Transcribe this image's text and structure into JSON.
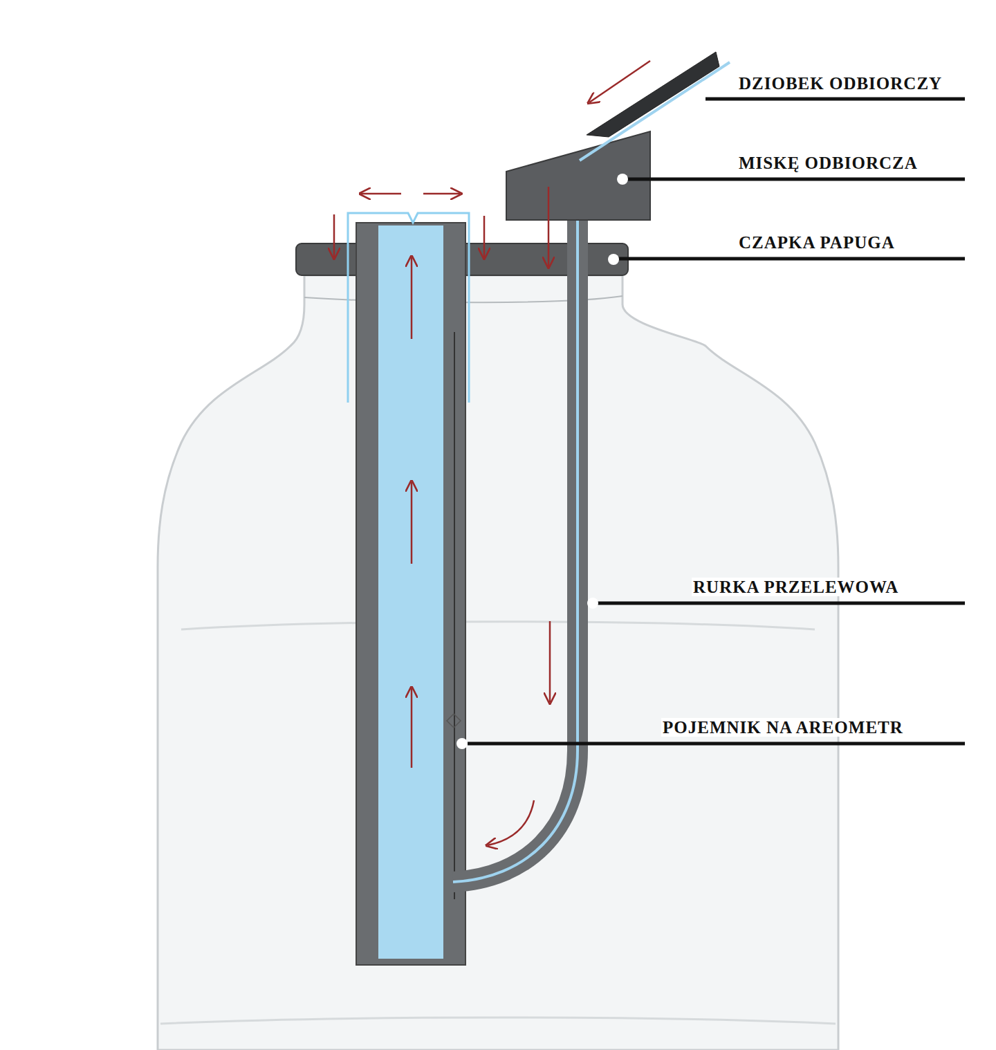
{
  "diagram": {
    "labels": [
      "DZIOBEK ODBIORCZY",
      "MISKĘ ODBIORCZA",
      "CZAPKA PAPUGA",
      "RURKA PRZELEWOWA",
      "POJEMNIK NA AREOMETR"
    ]
  }
}
